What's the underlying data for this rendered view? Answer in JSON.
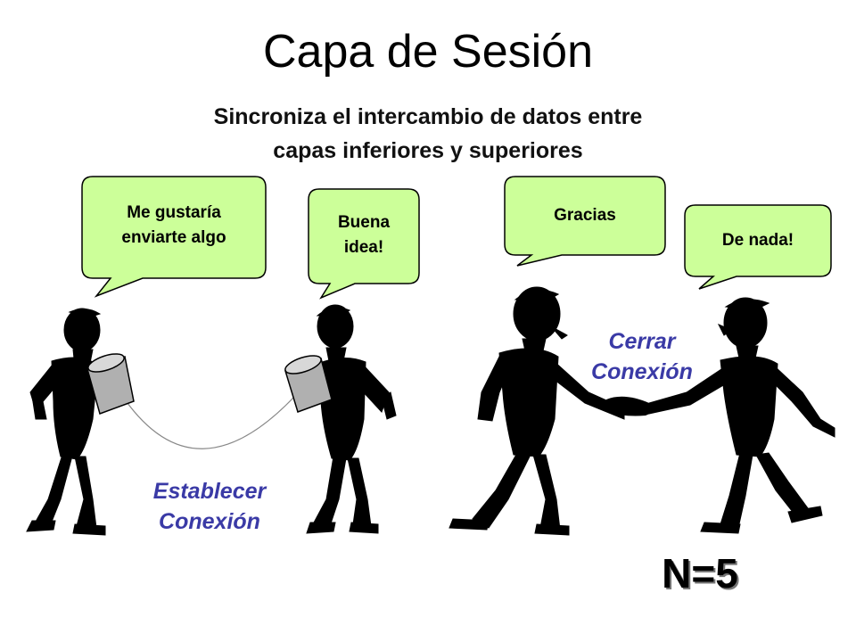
{
  "title": "Capa de Sesión",
  "subtitle": {
    "line1": "Sincroniza el intercambio de datos entre",
    "line2": "capas inferiores y superiores"
  },
  "bubbles": [
    {
      "line1": "Me gustaría",
      "line2": "enviarte algo"
    },
    {
      "line1": "Buena",
      "line2": "idea!"
    },
    {
      "line1": "Gracias",
      "line2": ""
    },
    {
      "line1": "De nada!",
      "line2": ""
    }
  ],
  "captions": {
    "establish": {
      "line1": "Establecer",
      "line2": "Conexión"
    },
    "close": {
      "line1": "Cerrar",
      "line2": "Conexión"
    }
  },
  "layer_label": "N=5",
  "colors": {
    "bubble_fill": "#ccff99",
    "caption": "#3a3aa6",
    "can": "#b0b0b0"
  }
}
